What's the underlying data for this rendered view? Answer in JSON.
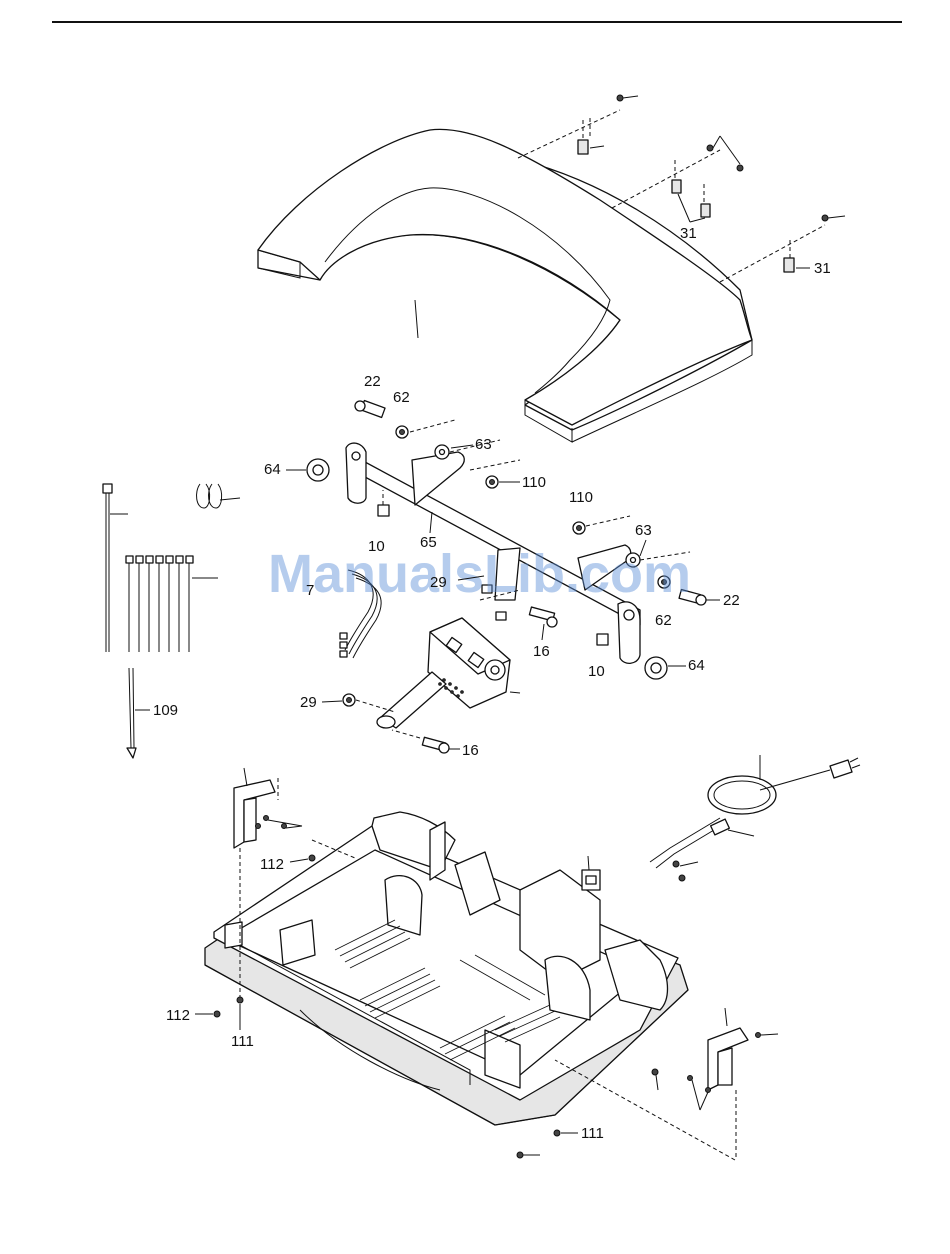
{
  "watermark": "ManualsLib.com",
  "callouts": {
    "c31a": "31",
    "c31b": "31",
    "c22a": "22",
    "c62a": "62",
    "c63a": "63",
    "c64a": "64",
    "c110a": "110",
    "c10a": "10",
    "c65": "65",
    "c110b": "110",
    "c63b": "63",
    "c62b": "62",
    "c22b": "22",
    "c7x": "7",
    "c29top": "29",
    "c16a": "16",
    "c10b": "10",
    "c64b": "64",
    "c29": "29",
    "c16b": "16",
    "c109": "109",
    "c112a": "112",
    "c112b": "112",
    "c111a": "111",
    "c111b": "111"
  }
}
